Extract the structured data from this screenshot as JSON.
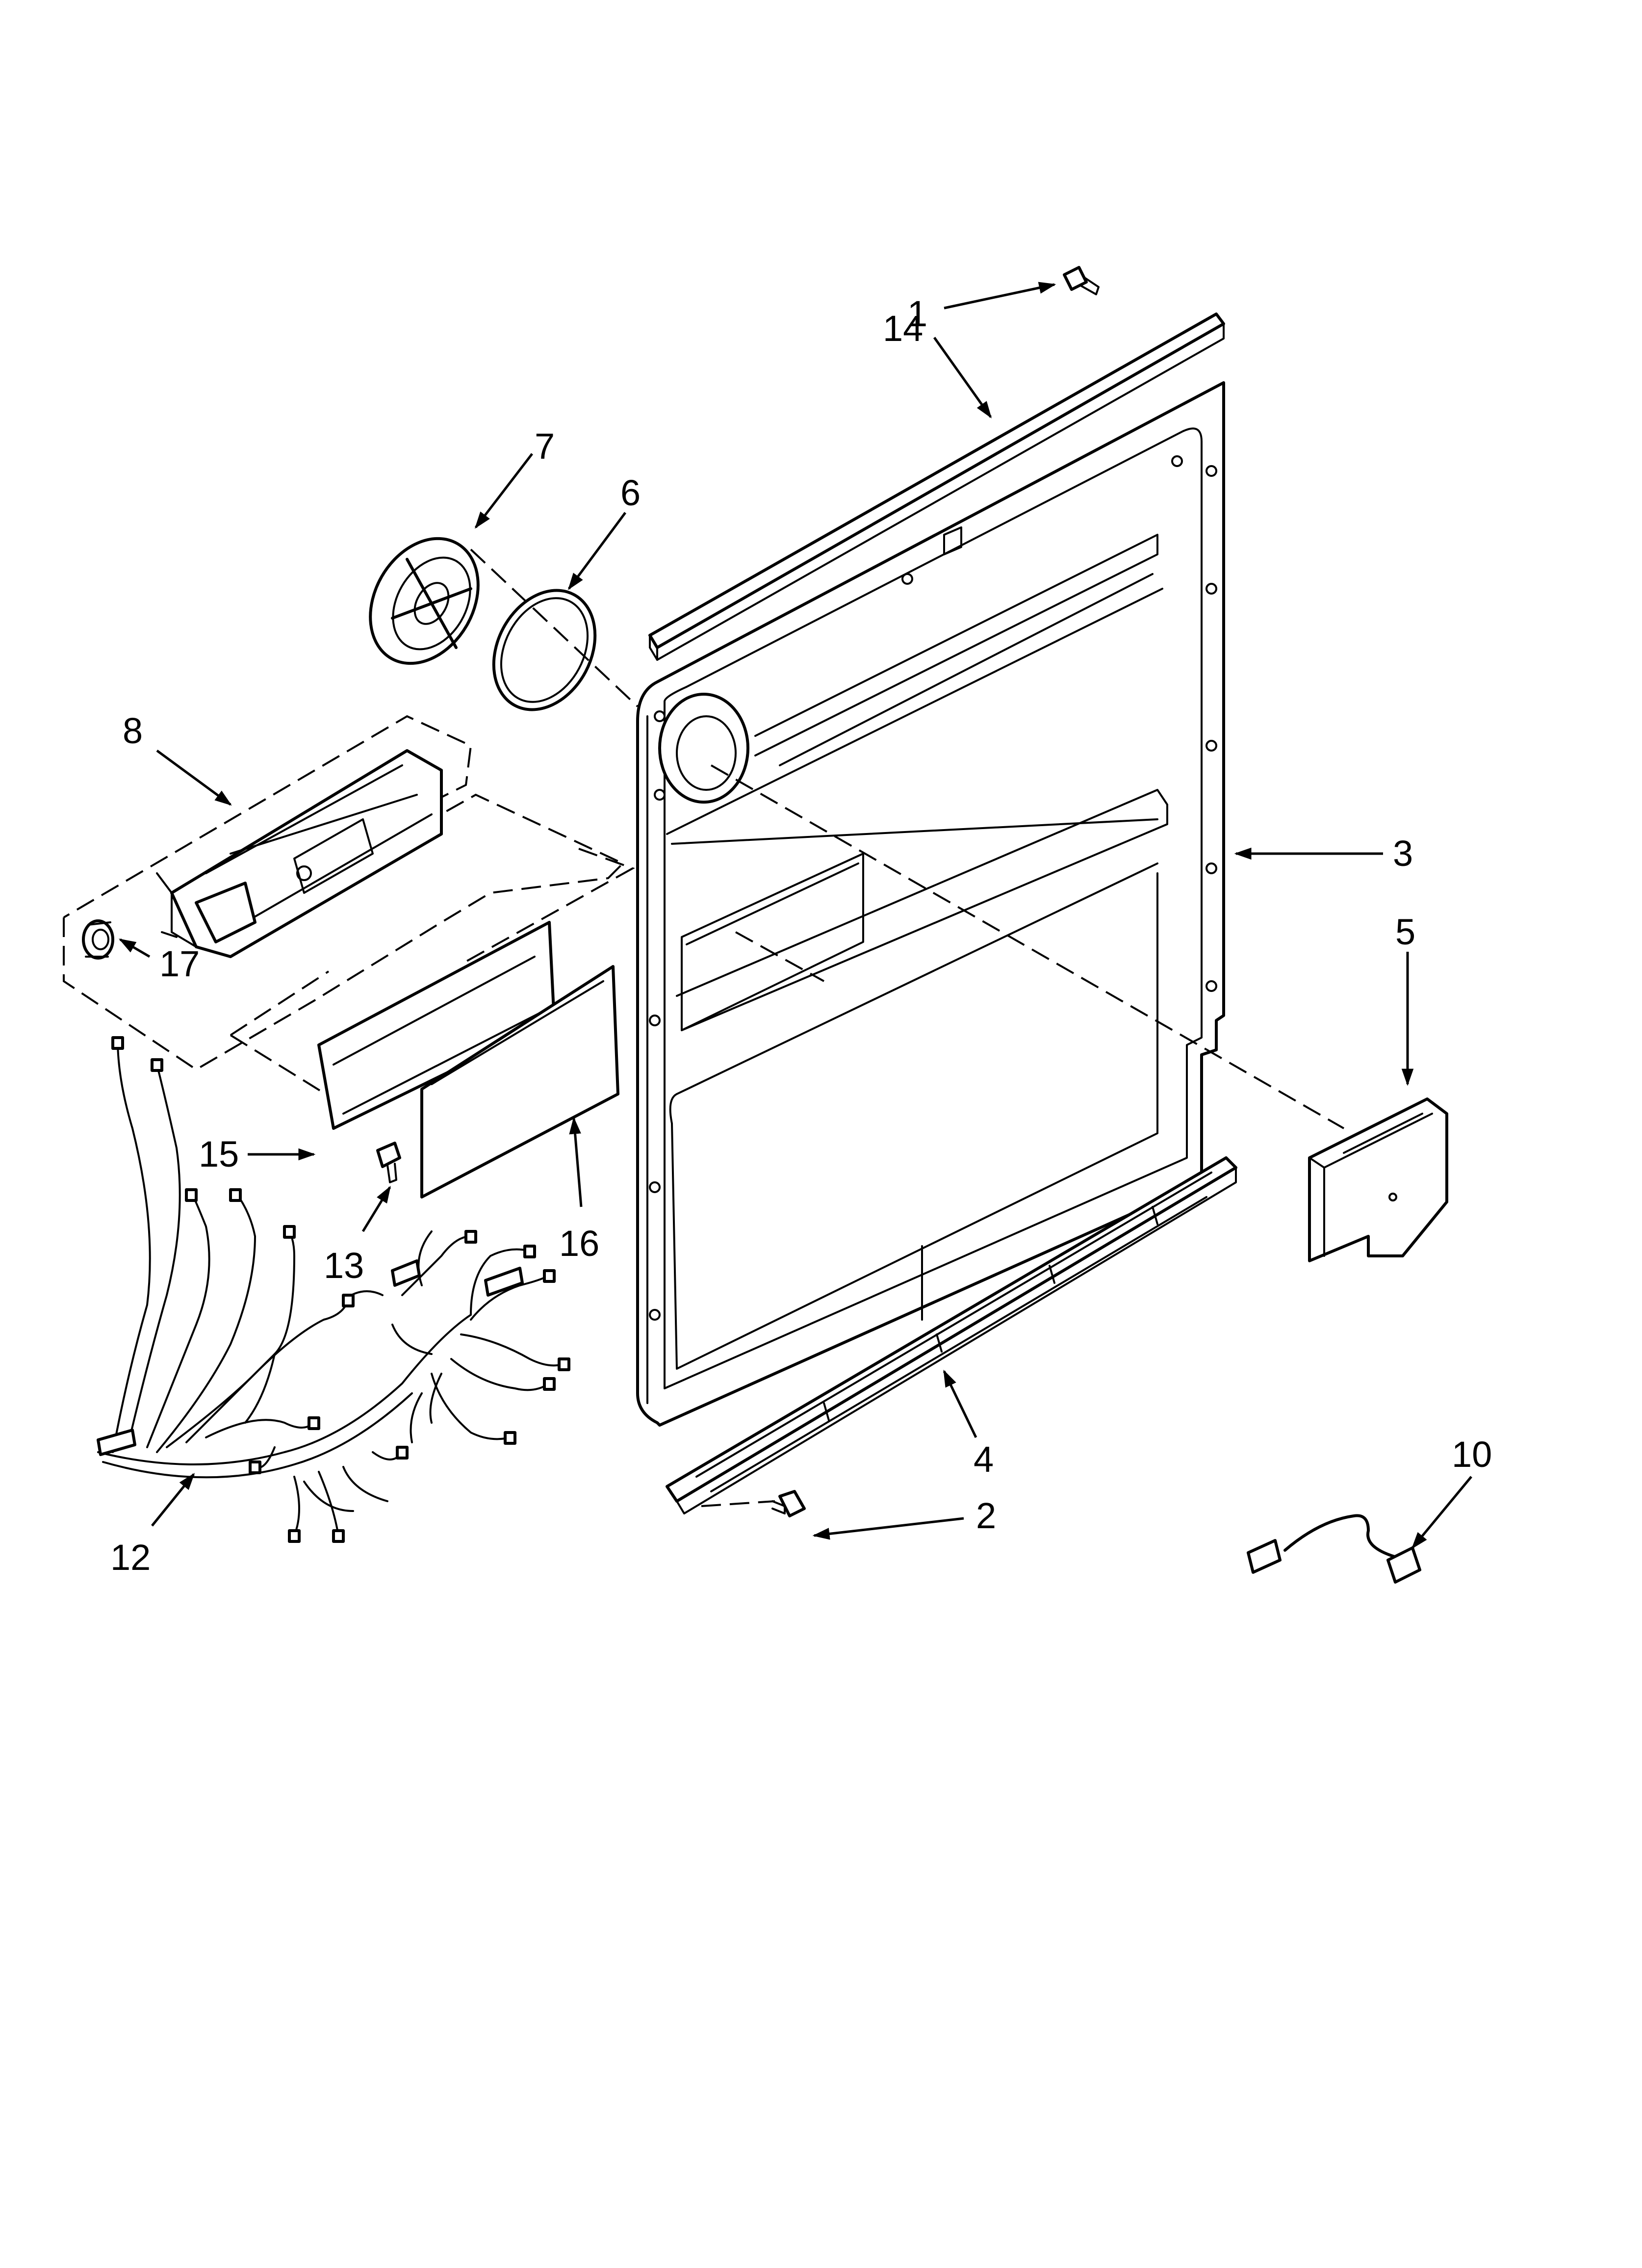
{
  "callouts": {
    "c1": "1",
    "c2": "2",
    "c3": "3",
    "c4": "4",
    "c5": "5",
    "c6": "6",
    "c7": "7",
    "c8": "8",
    "c10": "10",
    "c12": "12",
    "c13": "13",
    "c14": "14",
    "c15": "15",
    "c16": "16",
    "c17": "17"
  }
}
